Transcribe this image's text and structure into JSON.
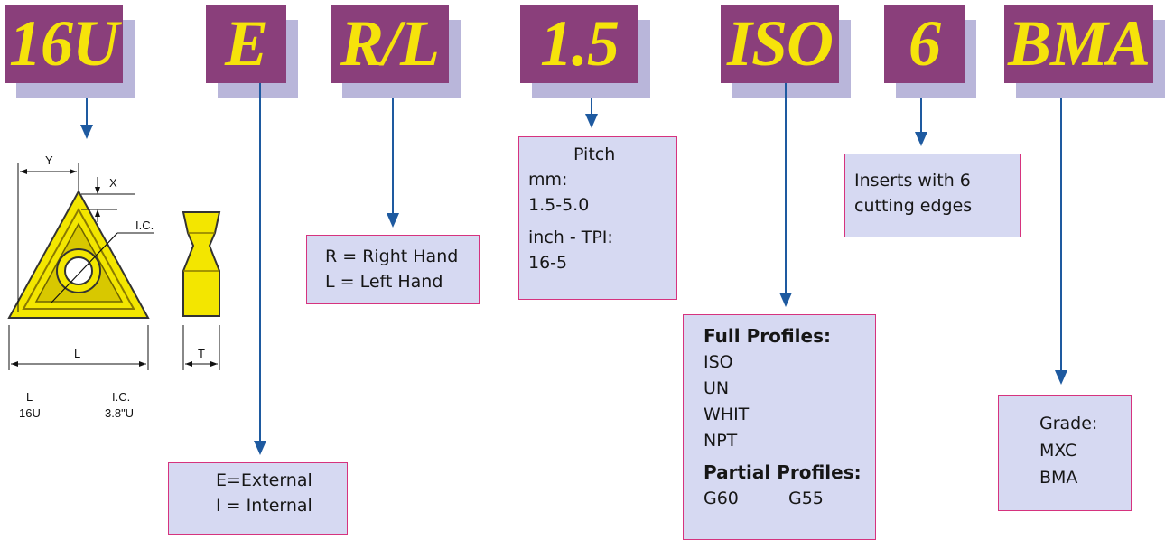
{
  "headers": {
    "code_16u": "16U",
    "code_e": "E",
    "code_rl": "R/L",
    "code_pitch": "1.5",
    "code_iso": "ISO",
    "code_6": "6",
    "code_bma": "BMA"
  },
  "insert_drawing": {
    "dim_y": "Y",
    "dim_x": "X",
    "dim_ic": "I.C.",
    "dim_l": "L",
    "dim_t": "T",
    "table_col1_header": "L",
    "table_col1_value": "16U",
    "table_col2_header": "I.C.",
    "table_col2_value": "3.8\"U"
  },
  "boxes": {
    "external_internal": [
      "E=External",
      "I = Internal"
    ],
    "hand": [
      "R = Right Hand",
      "L  = Left Hand"
    ],
    "pitch": {
      "title": "Pitch",
      "mm_label": "mm:",
      "mm_range": "1.5-5.0",
      "inch_label": "inch - TPI:",
      "inch_range": "16-5"
    },
    "profiles": {
      "full_title": "Full Profiles:",
      "full_items": [
        "ISO",
        "UN",
        "WHIT",
        "NPT"
      ],
      "partial_title": "Partial Profiles:",
      "partial_items": [
        "G60",
        "G55"
      ]
    },
    "edges": [
      "Inserts with 6",
      "cutting edges"
    ],
    "grade": [
      "Grade:",
      "MXC",
      "BMA"
    ]
  },
  "colors": {
    "header_fill": "#8a3f7b",
    "header_text": "#f6e30b",
    "header_shadow": "#b9b6da",
    "box_fill": "#d6d9f2",
    "box_border": "#d6337e",
    "arrow": "#1e5aa0",
    "insert_yellow": "#f3e600"
  }
}
